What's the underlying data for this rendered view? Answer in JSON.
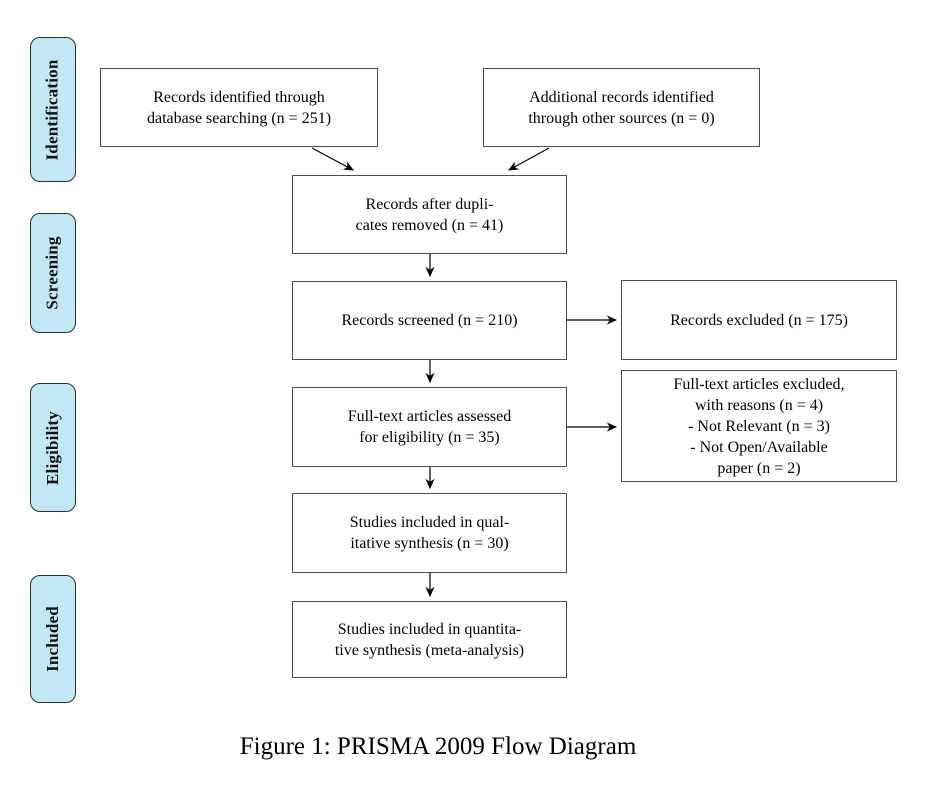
{
  "figure": {
    "caption": "Figure 1: PRISMA 2009 Flow Diagram"
  },
  "colors": {
    "stage_fill": "#c3e8f5",
    "stage_border": "#2e2e2e",
    "box_border": "#4d4d4d",
    "arrow": "#000000",
    "background": "#ffffff"
  },
  "stages": [
    {
      "label": "Identification"
    },
    {
      "label": "Screening"
    },
    {
      "label": "Eligibility"
    },
    {
      "label": "Included"
    }
  ],
  "boxes": {
    "identified": {
      "lines": [
        "Records identified through",
        "database searching (n = 251)"
      ]
    },
    "additional": {
      "lines": [
        "Additional records identified",
        "through other sources (n = 0)"
      ]
    },
    "deduplicated": {
      "lines": [
        "Records after dupli-",
        "cates removed (n = 41)"
      ]
    },
    "screened": {
      "lines": [
        "Records screened (n = 210)"
      ]
    },
    "excluded": {
      "lines": [
        "Records excluded (n = 175)"
      ]
    },
    "fulltext_assessed": {
      "lines": [
        "Full-text articles assessed",
        "for eligibility (n = 35)"
      ]
    },
    "fulltext_excluded": {
      "lines": [
        "Full-text articles excluded,",
        "with reasons (n = 4)",
        "- Not Relevant (n = 3)",
        "- Not Open/Available",
        "paper (n = 2)"
      ]
    },
    "qualitative": {
      "lines": [
        "Studies included in qual-",
        "itative synthesis (n = 30)"
      ]
    },
    "quantitative": {
      "lines": [
        "Studies included in quantita-",
        "tive synthesis (meta-analysis)"
      ]
    }
  }
}
